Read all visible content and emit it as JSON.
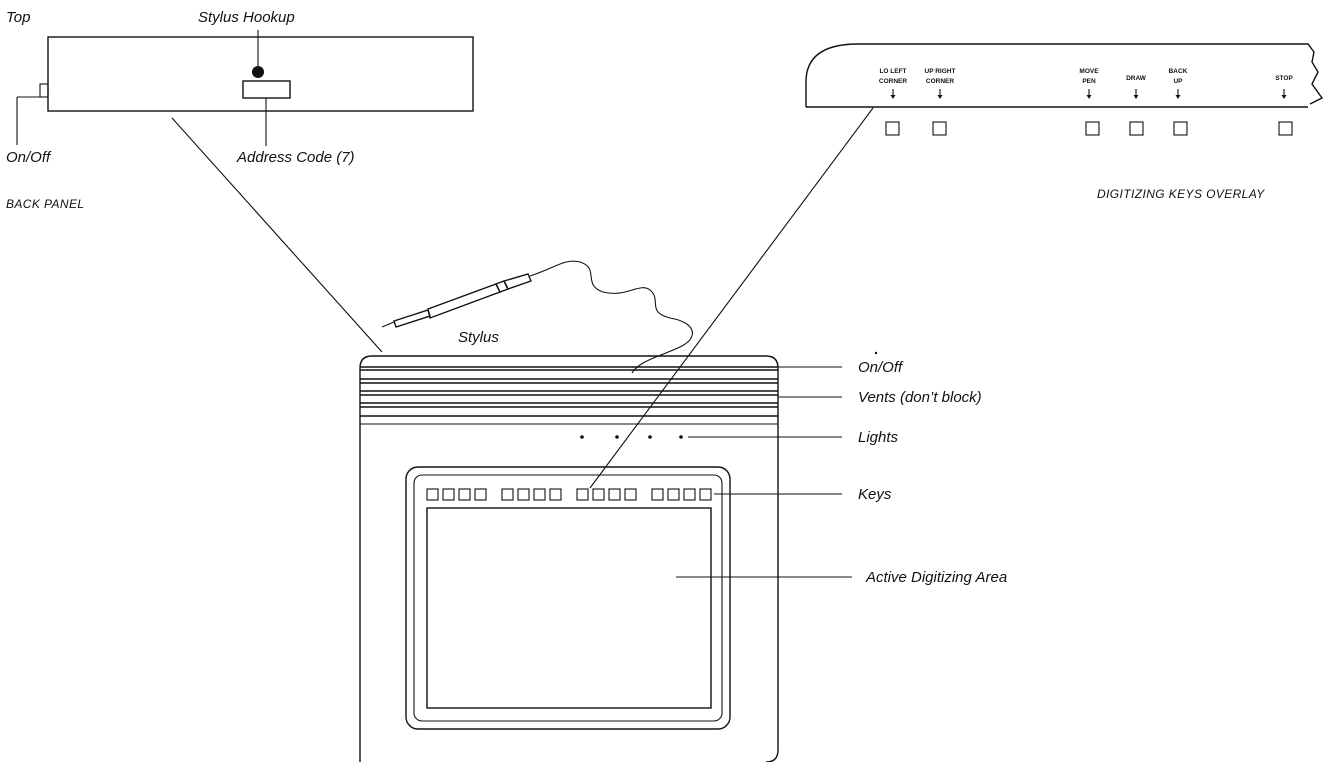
{
  "back_panel": {
    "top_label": "Top",
    "stylus_hookup_label": "Stylus Hookup",
    "on_off_label": "On/Off",
    "address_code_label": "Address Code (7)",
    "title": "BACK PANEL"
  },
  "overlay": {
    "title": "DIGITIZING KEYS OVERLAY",
    "keys": [
      {
        "line1": "LO LEFT",
        "line2": "CORNER"
      },
      {
        "line1": "UP RIGHT",
        "line2": "CORNER"
      },
      {
        "line1": "MOVE",
        "line2": "PEN"
      },
      {
        "line1": "",
        "line2": "DRAW"
      },
      {
        "line1": "BACK",
        "line2": "UP"
      },
      {
        "line1": "",
        "line2": "STOP"
      }
    ]
  },
  "tablet": {
    "stylus_label": "Stylus",
    "callouts": {
      "on_off": "On/Off",
      "vents": "Vents (don’t block)",
      "lights": "Lights",
      "keys": "Keys",
      "active_area": "Active Digitizing Area"
    }
  }
}
